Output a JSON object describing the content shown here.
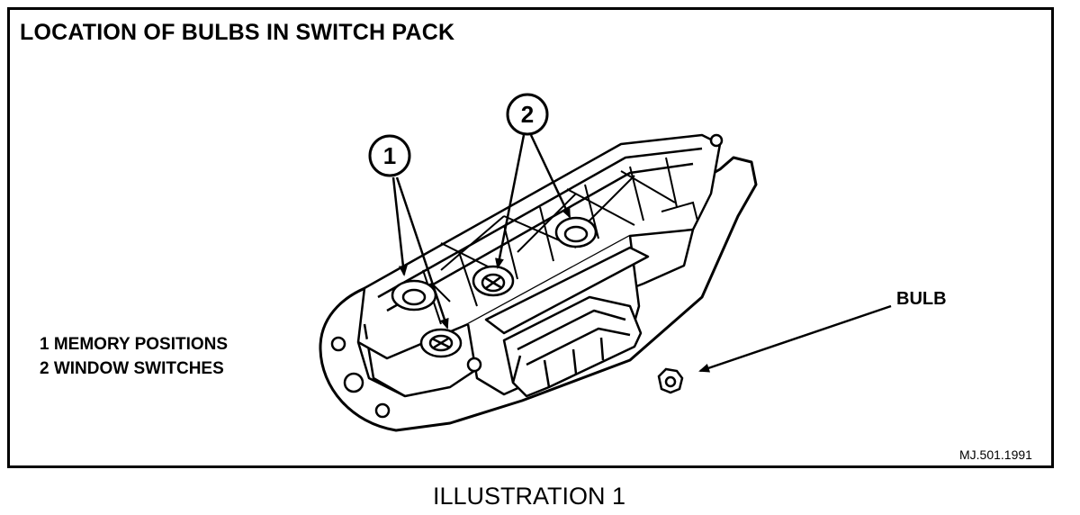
{
  "title": "LOCATION OF BULBS IN SWITCH PACK",
  "legend": {
    "item1": "1 MEMORY POSITIONS",
    "item2": "2 WINDOW SWITCHES"
  },
  "callouts": {
    "one": "1",
    "two": "2"
  },
  "bulb_label": "BULB",
  "reference": "MJ.501.1991",
  "caption": "ILLUSTRATION 1"
}
